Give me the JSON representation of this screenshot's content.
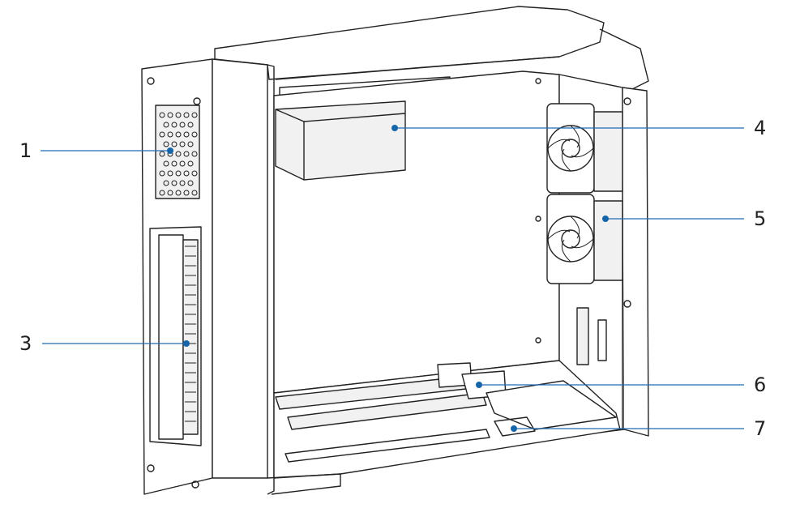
{
  "callouts": [
    {
      "label": "1"
    },
    {
      "label": "3"
    },
    {
      "label": "4"
    },
    {
      "label": "5"
    },
    {
      "label": "6"
    },
    {
      "label": "7"
    }
  ],
  "colors": {
    "leader": "#1f6bb0",
    "dot": "#1565a8",
    "line": "#222222",
    "fill": "#ffffff",
    "shade": "#f1f1f1"
  }
}
